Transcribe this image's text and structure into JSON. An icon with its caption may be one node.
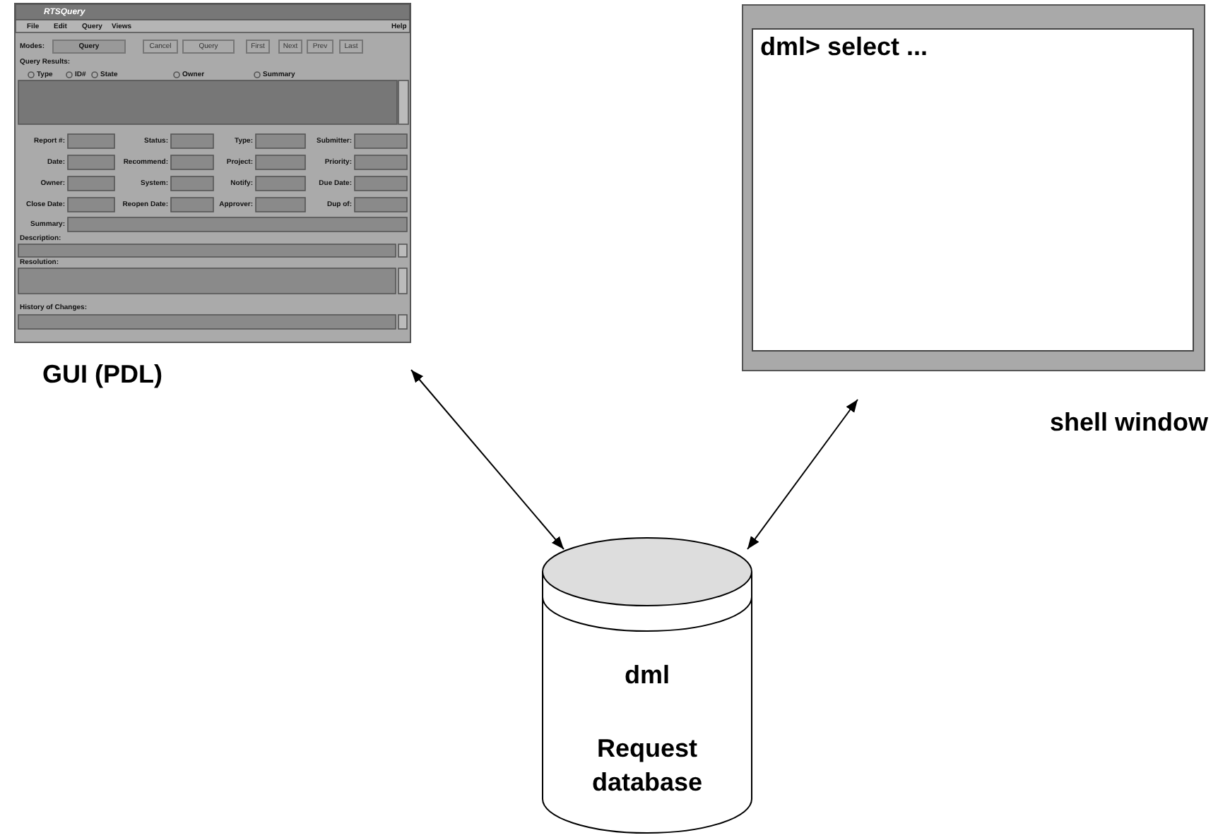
{
  "diagram": {
    "nodes": [
      {
        "text": [
          "GUI (PDL)"
        ]
      },
      {
        "text": [
          "dml> select ...",
          "shell window"
        ]
      },
      {
        "text": [
          "dml",
          "Request database"
        ]
      }
    ],
    "edges": [
      {
        "from": 0,
        "to": 2,
        "arrow": "both"
      },
      {
        "from": 1,
        "to": 2,
        "arrow": "both"
      }
    ],
    "labels": [
      "RTSQuery",
      "File",
      "Edit",
      "Query",
      "Views",
      "Help",
      "Modes:",
      "Query",
      "Cancel",
      "Query",
      "First",
      "Next",
      "Prev",
      "Last",
      "Query Results:",
      "Type",
      "ID#",
      "State",
      "Owner",
      "Summary",
      "Report #:",
      "Status:",
      "Type:",
      "Submitter:",
      "Date:",
      "Recommend:",
      "Project:",
      "Priority:",
      "Owner:",
      "System:",
      "Notify:",
      "Due Date:",
      "Close Date:",
      "Reopen Date:",
      "Approver:",
      "Dup of:",
      "Summary:",
      "Description:",
      "Resolution:",
      "History of Changes:"
    ]
  }
}
